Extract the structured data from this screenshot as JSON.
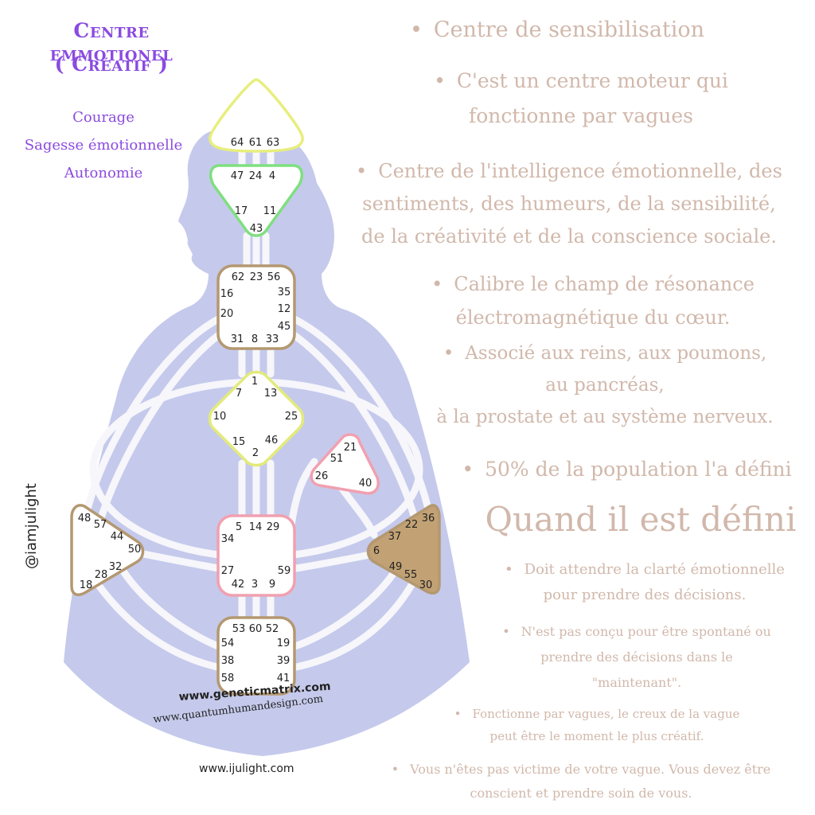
{
  "title": {
    "line1": "Centre emmotionel",
    "line2": "( Créatif )"
  },
  "qualities": [
    "Courage",
    "Sagesse émotionnelle",
    "Autonomie"
  ],
  "bullets": [
    {
      "lines": [
        "Centre de sensibilisation"
      ]
    },
    {
      "lines": [
        "C'est un centre moteur qui",
        "fonctionne par vagues"
      ]
    },
    {
      "lines": [
        "Centre de l'intelligence émotionnelle, des",
        "sentiments, des humeurs, de la sensibilité,",
        "de la créativité et de la conscience sociale."
      ]
    },
    {
      "lines": [
        "Calibre le champ de résonance",
        "électromagnétique du cœur."
      ]
    },
    {
      "lines": [
        "Associé aux reins, aux poumons,",
        "au pancréas,",
        "à la prostate et au système nerveux."
      ]
    },
    {
      "lines": [
        "50% de la population l'a défini"
      ]
    }
  ],
  "defined_heading": "Quand il est défini",
  "defined_bullets": [
    {
      "lines": [
        "Doit attendre la clarté émotionnelle",
        "pour prendre des décisions."
      ]
    },
    {
      "lines": [
        "N'est pas conçu pour être spontané ou",
        "prendre des décisions dans le",
        "\"maintenant\"."
      ]
    },
    {
      "lines": [
        "Fonctionne par vagues, le creux de la vague",
        "peut être le moment le plus créatif."
      ]
    },
    {
      "lines": [
        "Vous n'êtes pas victime de votre vague. Vous devez être",
        "conscient et prendre soin de vous."
      ]
    }
  ],
  "watermarks": {
    "geneticmatrix": "www.geneticmatrix.com",
    "quantum": "www.quantumhumandesign.com",
    "ijulight": "www.ijulight.com",
    "handle": "@iamjulight"
  },
  "colors": {
    "body": "#c5caec",
    "channel": "#f6f6fb",
    "title": "#8a4be0",
    "text": "#d1b8ab",
    "head": "#e7ee7c",
    "ajna": "#7fdf7f",
    "throat": "#b49870",
    "g": "#e3ea7a",
    "ego": "#f1a0b0",
    "sacral": "#f1a0b0",
    "spleen": "#b49870",
    "solar_plexus_fill": "#c2a274",
    "root": "#b49870"
  },
  "centers": [
    {
      "name": "head",
      "gates": [
        "64",
        "61",
        "63"
      ]
    },
    {
      "name": "ajna",
      "gates": [
        "47",
        "24",
        "4",
        "17",
        "11",
        "43"
      ]
    },
    {
      "name": "throat",
      "gates": [
        "62",
        "23",
        "56",
        "16",
        "35",
        "20",
        "12",
        "45",
        "31",
        "8",
        "33"
      ]
    },
    {
      "name": "g",
      "gates": [
        "1",
        "7",
        "13",
        "10",
        "25",
        "15",
        "46",
        "2"
      ]
    },
    {
      "name": "ego",
      "gates": [
        "21",
        "51",
        "26",
        "40"
      ]
    },
    {
      "name": "spleen",
      "gates": [
        "48",
        "57",
        "44",
        "50",
        "32",
        "28",
        "18"
      ]
    },
    {
      "name": "sacral",
      "gates": [
        "5",
        "14",
        "29",
        "34",
        "27",
        "59",
        "42",
        "3",
        "9"
      ]
    },
    {
      "name": "solar-plexus",
      "gates": [
        "36",
        "22",
        "37",
        "6",
        "49",
        "55",
        "30"
      ]
    },
    {
      "name": "root",
      "gates": [
        "53",
        "60",
        "52",
        "54",
        "19",
        "38",
        "39",
        "58",
        "41"
      ]
    }
  ]
}
